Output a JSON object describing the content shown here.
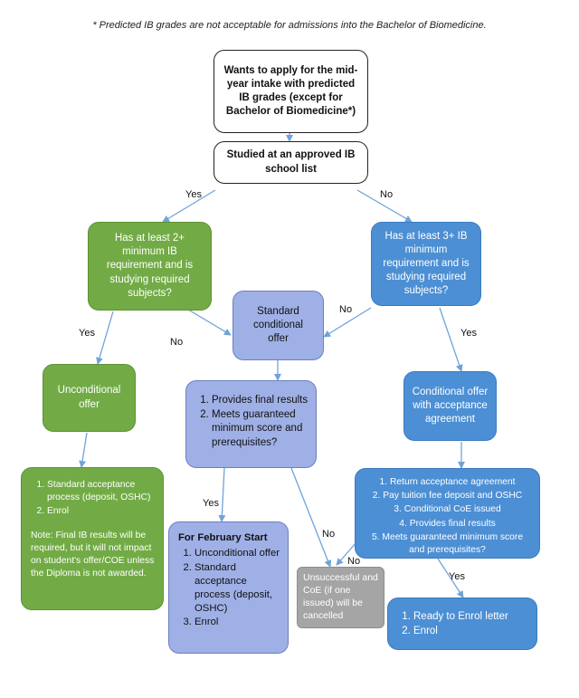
{
  "footnote": "* Predicted IB grades are not acceptable for admissions into the Bachelor of Biomedicine.",
  "nodes": {
    "start": "Wants to apply for the mid-year intake with predicted IB grades (except for Bachelor of Biomedicine*)",
    "approved_school": "Studied at an approved IB school list",
    "min_2": "Has at least 2+ minimum IB requirement and is studying required subjects?",
    "min_3": "Has at least 3+ IB minimum requirement and is studying required subjects?",
    "standard_conditional": "Standard conditional offer",
    "unconditional": "Unconditional offer",
    "conditional_acceptance": "Conditional offer with acceptance agreement",
    "final_results": [
      "Provides final results",
      "Meets guaranteed minimum score and prerequisites?"
    ],
    "standard_acceptance": [
      "Standard acceptance process (deposit, OSHC)",
      "Enrol"
    ],
    "standard_acceptance_note": "Note: Final IB results will be required, but it will not impact on student's offer/COE unless the Diploma is not awarded.",
    "return_agreement": [
      "Return acceptance agreement",
      "Pay tuition fee deposit and OSHC",
      "Conditional CoE issued",
      "Provides final results",
      "Meets guaranteed minimum score and prerequisites?"
    ],
    "february_title": "For February Start",
    "february_items": [
      "Unconditional offer",
      "Standard acceptance process (deposit, OSHC)",
      "Enrol"
    ],
    "unsuccessful": "Unsuccessful and CoE (if one issued) will be cancelled",
    "ready_enrol": [
      "Ready to Enrol letter",
      "Enrol"
    ]
  },
  "labels": {
    "yes": "Yes",
    "no": "No"
  },
  "colors": {
    "green": "#72ab45",
    "blue": "#4c8fd4",
    "lavender": "#9fb0e6",
    "grey": "#a5a5a5",
    "arrow": "#6fa3d9"
  }
}
